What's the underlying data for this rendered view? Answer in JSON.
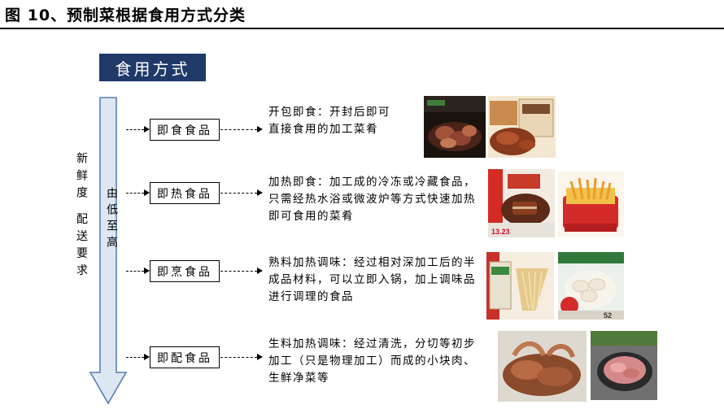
{
  "figure": {
    "title": "图 10、预制菜根据食用方式分类",
    "header": "食用方式",
    "axis_outer": "新鲜度 配送要求",
    "axis_inner": "由低至高"
  },
  "categories": [
    {
      "label": "即食食品",
      "desc": "开包即食：开封后即可直接食用的加工菜肴"
    },
    {
      "label": "即热食品",
      "desc": "加热即食：加工成的冷冻或冷藏食品，只需经热水浴或微波炉等方式快速加热即可食用的菜肴"
    },
    {
      "label": "即烹食品",
      "desc": "熟料加热调味：经过相对深加工后的半成品材料，可以立即入锅，加上调味品进行调理的食品"
    },
    {
      "label": "即配食品",
      "desc": "生料加热调味：经过清洗，分切等初步加工（只是物理加工）而成的小块肉、生鲜净菜等"
    }
  ],
  "colors": {
    "header_bg": "#1f3a68",
    "arrow_fill": "#dde7f3",
    "arrow_stroke": "#5a7fb4"
  },
  "photos": [
    {
      "name": "sliced-meat-photo",
      "package_text": ""
    },
    {
      "name": "braised-duck-package-photo",
      "package_text": ""
    },
    {
      "name": "braised-pork-package-photo",
      "package_text": "13.23"
    },
    {
      "name": "fries-meal-box-photo",
      "package_text": ""
    },
    {
      "name": "noodle-package-photo",
      "package_text": ""
    },
    {
      "name": "dumpling-package-photo",
      "package_text": "52"
    },
    {
      "name": "raw-duck-photo",
      "package_text": ""
    },
    {
      "name": "raw-meat-bowl-photo",
      "package_text": ""
    }
  ]
}
